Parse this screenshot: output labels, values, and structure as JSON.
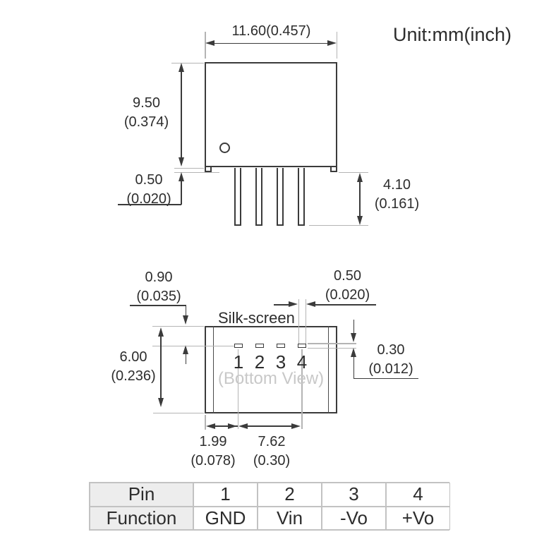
{
  "unit_label": "Unit:mm(inch)",
  "front_view": {
    "dim_body_width": "11.60(0.457)",
    "dim_body_height_mm": "9.50",
    "dim_body_height_in": "(0.374)",
    "dim_standoff_mm": "0.50",
    "dim_standoff_in": "(0.020)",
    "dim_pin_length_mm": "4.10",
    "dim_pin_length_in": "(0.161)"
  },
  "bottom_view": {
    "silkscreen_label": "Silk-screen",
    "view_label": "(Bottom View)",
    "pin_numbers": [
      "1",
      "2",
      "3",
      "4"
    ],
    "dim_pad_offset_mm": "0.90",
    "dim_pad_offset_in": "(0.035)",
    "dim_pad_width_mm": "0.50",
    "dim_pad_width_in": "(0.020)",
    "dim_body_depth_mm": "6.00",
    "dim_body_depth_in": "(0.236)",
    "dim_pad_height_mm": "0.30",
    "dim_pad_height_in": "(0.012)",
    "dim_edge_to_pin1_mm": "1.99",
    "dim_edge_to_pin1_in": "(0.078)",
    "dim_pin_pitch_mm": "7.62",
    "dim_pin_pitch_in": "(0.30)"
  },
  "pin_table": {
    "row1_label": "Pin",
    "row2_label": "Function",
    "pins": [
      "1",
      "2",
      "3",
      "4"
    ],
    "functions": [
      "GND",
      "Vin",
      "-Vo",
      "+Vo"
    ]
  },
  "colors": {
    "line": "#3b3b3b",
    "ext": "#b4b4b4",
    "muted": "#c8c8c8",
    "tborder": "#c2c2c2",
    "thead": "#ededed",
    "txt": "#2d2d2d"
  }
}
